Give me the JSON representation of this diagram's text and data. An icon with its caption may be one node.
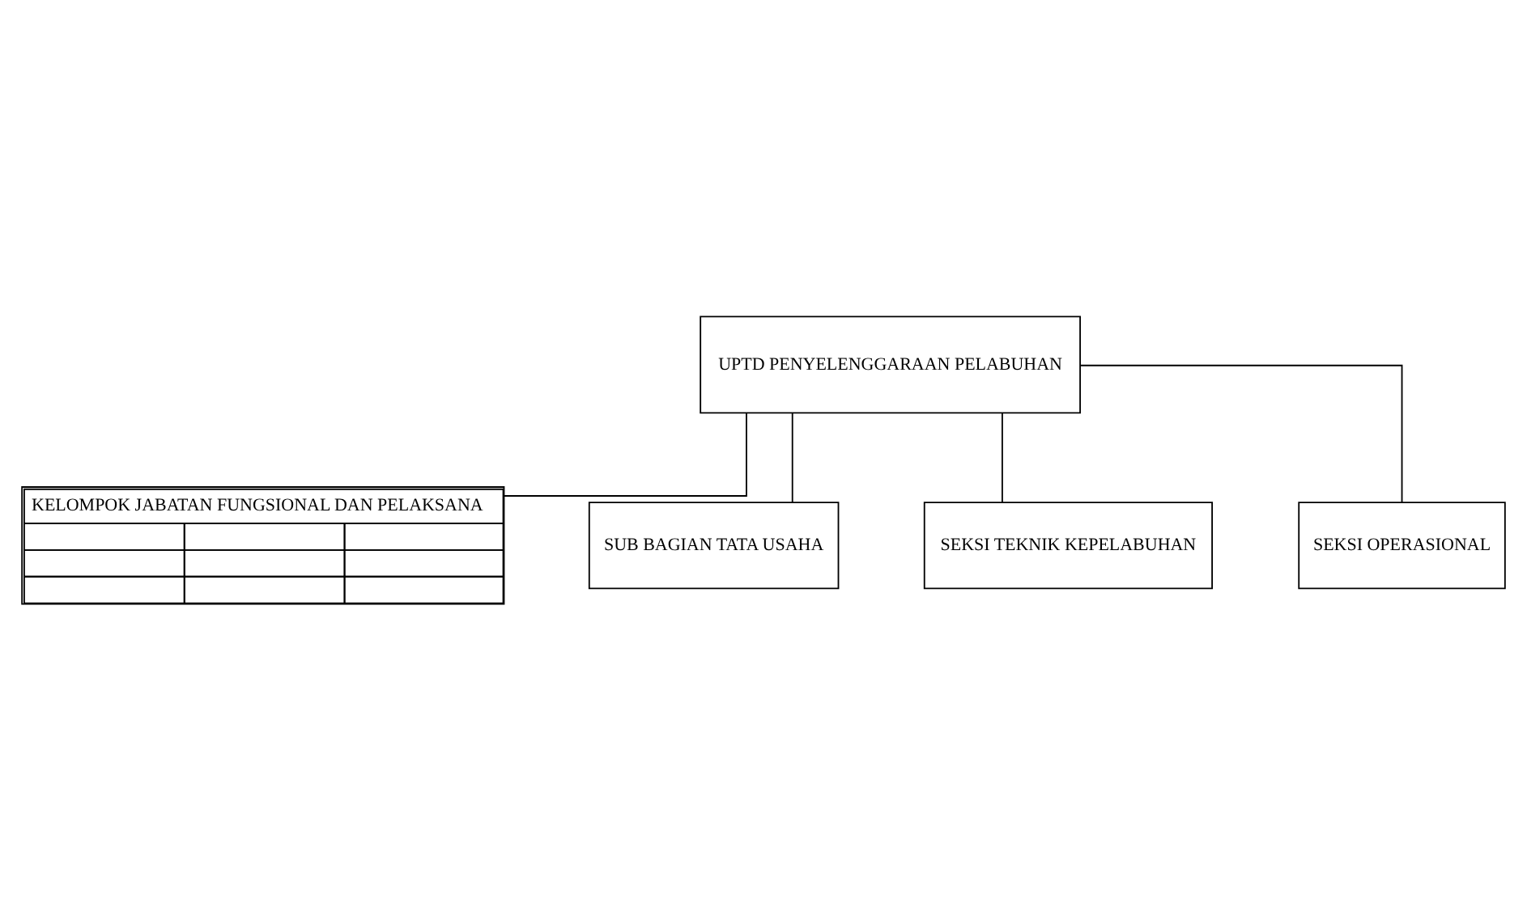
{
  "diagram": {
    "nodes": [
      {
        "text": [
          "UPTD PENYELENGGARAAN PELABUHAN"
        ]
      },
      {
        "text": [
          "KELOMPOK JABATAN FUNGSIONAL DAN PELAKSANA"
        ]
      },
      {
        "text": [
          "SUB BAGIAN TATA USAHA"
        ]
      },
      {
        "text": [
          "SEKSI TEKNIK KEPELABUHAN"
        ]
      },
      {
        "text": [
          "SEKSI OPERASIONAL"
        ]
      }
    ],
    "edges": [
      {
        "from": 0,
        "to": 1,
        "arrow": "none"
      },
      {
        "from": 0,
        "to": 2,
        "arrow": "none"
      },
      {
        "from": 0,
        "to": 3,
        "arrow": "none"
      },
      {
        "from": 0,
        "to": 4,
        "arrow": "none"
      }
    ]
  }
}
